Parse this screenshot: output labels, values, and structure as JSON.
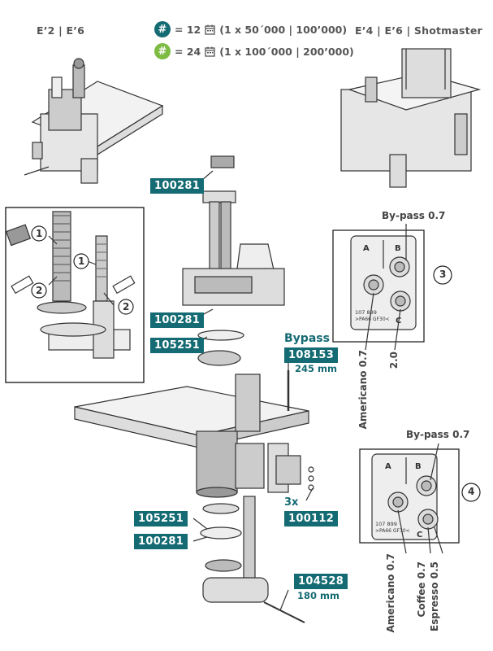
{
  "headers": {
    "left": "E’2 | E’6",
    "right": "E’4 | E’6 | Shotmaster"
  },
  "legend": [
    {
      "symbol": "#",
      "text": "= 12",
      "detail": "(1 x 50´000 | 100’000)",
      "color": "#156b73"
    },
    {
      "symbol": "#",
      "text": "= 24",
      "detail": "(1 x 100´000 | 200’000)",
      "color": "#7dbb42"
    }
  ],
  "parts": {
    "p1": "100281",
    "p2": "100281",
    "p3": "105251",
    "p4": "108153",
    "p5": "100112",
    "p6": "105251",
    "p7": "100281",
    "p8": "104528"
  },
  "labels": {
    "bypass": "Bypass",
    "len245": "245 mm",
    "qty3x": "3x",
    "len180": "180 mm"
  },
  "inset": {
    "step1": "1",
    "step2": "2"
  },
  "valve3": {
    "number": "3",
    "bypass": "By-pass 0.7",
    "americano": "Americano 0.7",
    "nozzle": "2.0",
    "port_a": "A",
    "port_b": "B",
    "port_c": "C",
    "code": "107 899",
    "material": ">PA66 GF30<"
  },
  "valve4": {
    "number": "4",
    "bypass": "By-pass 0.7",
    "americano": "Americano 0.7",
    "coffee": "Coffee 0.7",
    "espresso": "Espresso 0.5",
    "port_a": "A",
    "port_b": "B",
    "port_c": "C",
    "code": "107 899",
    "material": ">PA66 GF30<"
  },
  "colors": {
    "teal": "#156b73",
    "green": "#7dbb42"
  }
}
